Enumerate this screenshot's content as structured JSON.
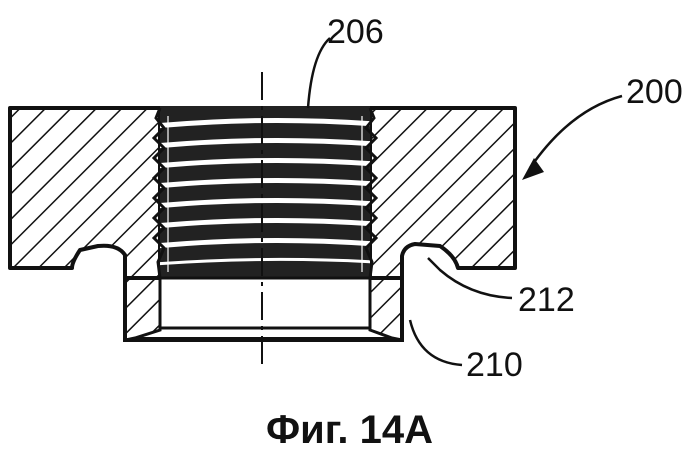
{
  "figure": {
    "caption": "Фиг. 14А",
    "ink_color": "#111111",
    "background": "#ffffff"
  },
  "labels": {
    "part_200": "200",
    "part_206": "206",
    "part_210": "210",
    "part_212": "212"
  }
}
